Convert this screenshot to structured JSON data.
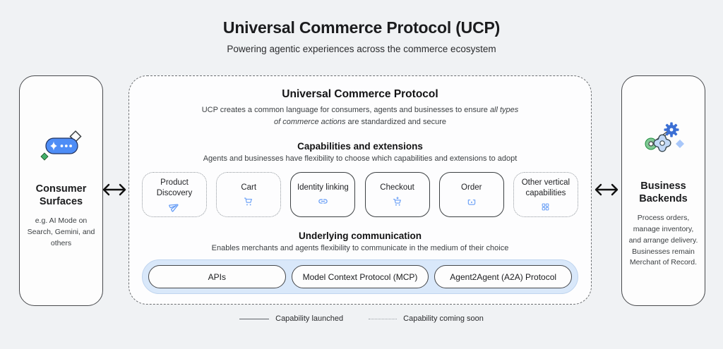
{
  "page": {
    "title": "Universal Commerce Protocol (UCP)",
    "subtitle": "Powering agentic experiences across the commerce ecosystem"
  },
  "consumer": {
    "title": "Consumer Surfaces",
    "description": "e.g. AI Mode on Search, Gemini, and others",
    "icon": "ai-chat-pill-icon"
  },
  "business": {
    "title": "Business Backends",
    "description": "Process orders, manage inventory, and arrange delivery. Businesses remain Merchant of Record.",
    "icon": "gears-icon"
  },
  "ucp": {
    "title": "Universal Commerce Protocol",
    "desc_before_italic": "UCP creates a common language for consumers, agents and businesses to ensure ",
    "desc_italic": "all types of commerce actions",
    "desc_after_italic": " are standardized and secure"
  },
  "capabilities": {
    "title": "Capabilities and extensions",
    "subtitle": "Agents and businesses have flexibility to choose which capabilities and extensions to adopt",
    "items": [
      {
        "label": "Product Discovery",
        "icon": "send-icon",
        "status": "coming-soon"
      },
      {
        "label": "Cart",
        "icon": "cart-icon",
        "status": "coming-soon"
      },
      {
        "label": "Identity linking",
        "icon": "link-icon",
        "status": "launched"
      },
      {
        "label": "Checkout",
        "icon": "cart-checkout-icon",
        "status": "launched"
      },
      {
        "label": "Order",
        "icon": "order-tray-icon",
        "status": "launched"
      },
      {
        "label": "Other vertical capabilities",
        "icon": "grid-icon",
        "status": "coming-soon"
      }
    ]
  },
  "communication": {
    "title": "Underlying communication",
    "subtitle": "Enables merchants and agents flexibility to communicate in the medium of their choice",
    "items": [
      "APIs",
      "Model Context Protocol (MCP)",
      "Agent2Agent (A2A) Protocol"
    ]
  },
  "legend": {
    "launched": "Capability launched",
    "coming_soon": "Capability coming soon"
  },
  "colors": {
    "accent_blue": "#4285f4",
    "icon_blue": "#669df6",
    "light_blue_container": "#d9e8fa",
    "green": "#34a853",
    "background": "#f0f2f4"
  }
}
